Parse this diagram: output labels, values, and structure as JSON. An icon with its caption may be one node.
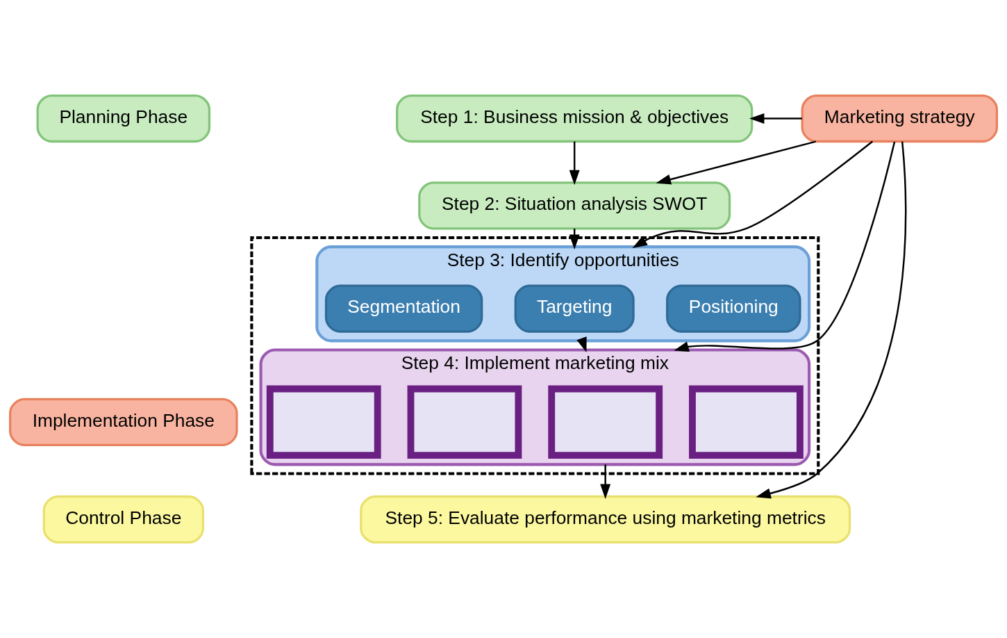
{
  "diagram": {
    "nodes": [
      {
        "text": [
          "Planning Phase"
        ]
      },
      {
        "text": [
          "Step 1: Business mission & objectives"
        ]
      },
      {
        "text": [
          "Step 2: Situation analysis SWOT"
        ]
      },
      {
        "text": [],
        "shape": "box"
      },
      {
        "text": [
          "Step 3: Identify opportunities"
        ],
        "in": 3
      },
      {
        "text": [
          "Segmentation"
        ],
        "in": 4
      },
      {
        "text": [
          "Targeting"
        ],
        "in": 4
      },
      {
        "text": [
          "Positioning"
        ],
        "in": 4
      },
      {
        "text": [
          "Implementation Phase"
        ]
      },
      {
        "text": [
          "Marketing strategy"
        ]
      },
      {
        "text": [
          "Step 4: Implement marketing mix"
        ],
        "in": 3
      },
      {
        "text": [],
        "shape": "box",
        "in": 10
      },
      {
        "text": [],
        "shape": "box",
        "in": 10
      },
      {
        "text": [],
        "shape": "box",
        "in": 10
      },
      {
        "text": [],
        "shape": "box",
        "in": 10
      },
      {
        "text": [
          "Control Phase"
        ]
      },
      {
        "text": [
          "Step 5: Evaluate performance using marketing metrics"
        ]
      }
    ],
    "edges": [
      {
        "from": 1,
        "to": 2,
        "arrow": "to"
      },
      {
        "from": 2,
        "to": 4,
        "arrow": "to"
      },
      {
        "from": 4,
        "to": 10,
        "arrow": "to"
      },
      {
        "from": 10,
        "to": 16,
        "arrow": "to"
      },
      {
        "from": 9,
        "to": 1,
        "arrow": "to"
      },
      {
        "from": 9,
        "to": 2,
        "arrow": "to"
      },
      {
        "from": 9,
        "to": 4,
        "arrow": "to"
      },
      {
        "from": 9,
        "to": 10,
        "arrow": "to"
      },
      {
        "from": 9,
        "to": 16,
        "arrow": "to"
      }
    ]
  }
}
